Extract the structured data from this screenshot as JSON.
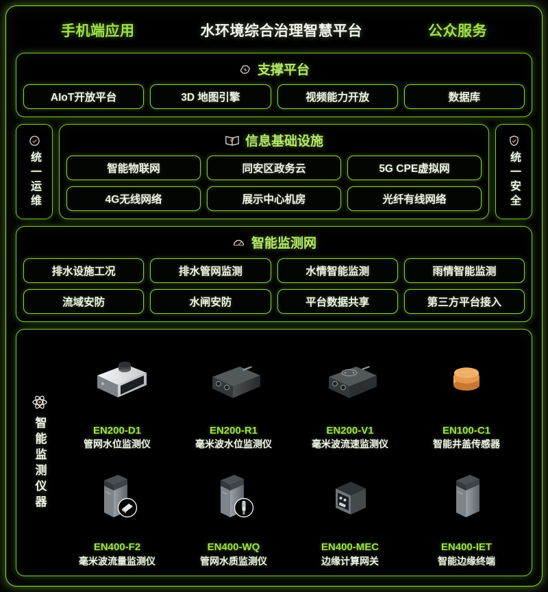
{
  "header": {
    "left_title": "手机端应用",
    "center_title": "水环境综合治理智慧平台",
    "right_title": "公众服务"
  },
  "colors": {
    "accent_green": "#8fdb3a",
    "title_green": "#9ee04a",
    "chip_text": "#edf3e6",
    "background": "#000000",
    "sensor_orange": "#e8a052"
  },
  "support_platform": {
    "title": "支撑平台",
    "icon": "cloud-icon",
    "items": [
      "AIoT开放平台",
      "3D 地图引擎",
      "视频能力开放",
      "数据库"
    ]
  },
  "left_rail": {
    "icon": "check-circle-icon",
    "label": "统一运维"
  },
  "right_rail": {
    "icon": "shield-check-icon",
    "label": "统一安全"
  },
  "info_infrastructure": {
    "title": "信息基础设施",
    "icon": "open-book-icon",
    "rows": [
      [
        "智能物联网",
        "同安区政务云",
        "5G CPE虚拟网"
      ],
      [
        "4G无线网络",
        "展示中心机房",
        "光纤有线网络"
      ]
    ]
  },
  "smart_monitor_net": {
    "title": "智能监测网",
    "icon": "gauge-icon",
    "rows": [
      [
        "排水设施工况",
        "排水管网监测",
        "水情智能监测",
        "雨情智能监测"
      ],
      [
        "流域安防",
        "水闸安防",
        "平台数据共享",
        "第三方平台接入"
      ]
    ]
  },
  "devices_section": {
    "icon": "atom-icon",
    "label": "智能监测仪器",
    "devices": [
      {
        "model": "EN200-D1",
        "desc": "管网水位监测仪",
        "art": "box-wide-light"
      },
      {
        "model": "EN200-R1",
        "desc": "毫米波水位监测仪",
        "art": "box-dark-ports"
      },
      {
        "model": "EN200-V1",
        "desc": "毫米波流速监测仪",
        "art": "box-dark-dial"
      },
      {
        "model": "EN100-C1",
        "desc": "智能井盖传感器",
        "art": "orange-cap"
      },
      {
        "model": "EN400-F2",
        "desc": "毫米波流量监测仪",
        "art": "tower-with-badge"
      },
      {
        "model": "EN400-WQ",
        "desc": "管网水质监测仪",
        "art": "tower-with-probe"
      },
      {
        "model": "EN400-MEC",
        "desc": "边缘计算网关",
        "art": "cube-gateway"
      },
      {
        "model": "EN400-IET",
        "desc": "智能边缘终端",
        "art": "tower-plain"
      }
    ]
  }
}
